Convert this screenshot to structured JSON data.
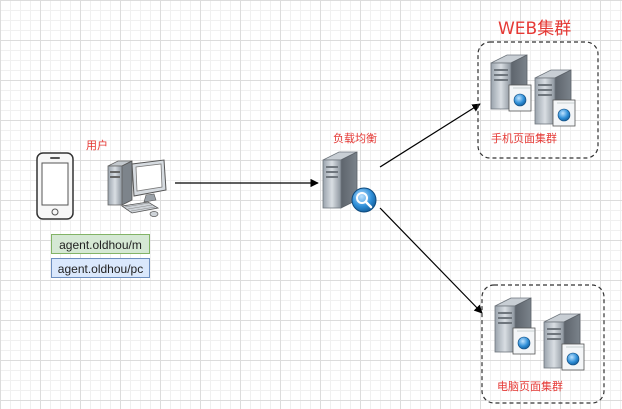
{
  "title": "WEB集群",
  "nodes": {
    "user": "用户",
    "load_balancer": "负载均衡",
    "mobile_cluster": "手机页面集群",
    "pc_cluster": "电脑页面集群"
  },
  "urls": {
    "mobile": "agent.oldhou/m",
    "pc": "agent.oldhou/pc"
  },
  "colors": {
    "label_text": "#e53935",
    "mobile_url_fill": "#d5e8d4",
    "pc_url_fill": "#dae8fc",
    "edge": "#000000"
  },
  "icons": [
    "phone-icon",
    "desktop-pc-icon",
    "load-balancer-server-icon",
    "web-server-icon"
  ]
}
